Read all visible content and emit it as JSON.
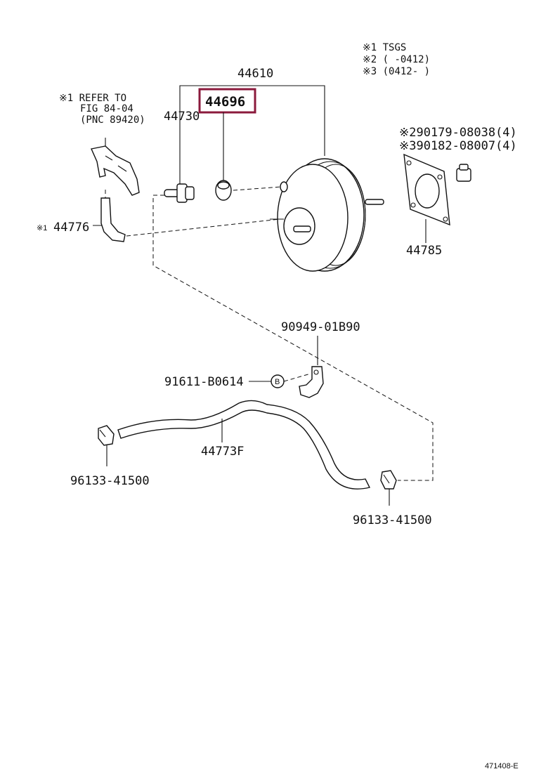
{
  "legend": {
    "note1": "※1 TSGS",
    "note2": "※2 (     -0412)",
    "note3": "※3 (0412-      )"
  },
  "refer": {
    "line1": "※1 REFER TO",
    "line2": "FIG 84-04",
    "line3": "(PNC 89420)"
  },
  "parts": {
    "booster_assy": "44610",
    "highlighted_part": "44696",
    "check_valve": "44730",
    "hose_short_prefix": "※1",
    "hose_short": "44776",
    "bolt_note2": "※290179-08038(4)",
    "bolt_note3": "※390182-08007(4)",
    "gasket": "44785",
    "clamp_top": "90949-01B90",
    "bolt_b": "91611-B0614",
    "marker_b": "B",
    "vacuum_hose": "44773F",
    "clip_left": "96133-41500",
    "clip_right": "96133-41500"
  },
  "footer": {
    "figure_code": "471408-E"
  },
  "colors": {
    "highlight_border": "#8b1a3c",
    "ink": "#111111"
  }
}
